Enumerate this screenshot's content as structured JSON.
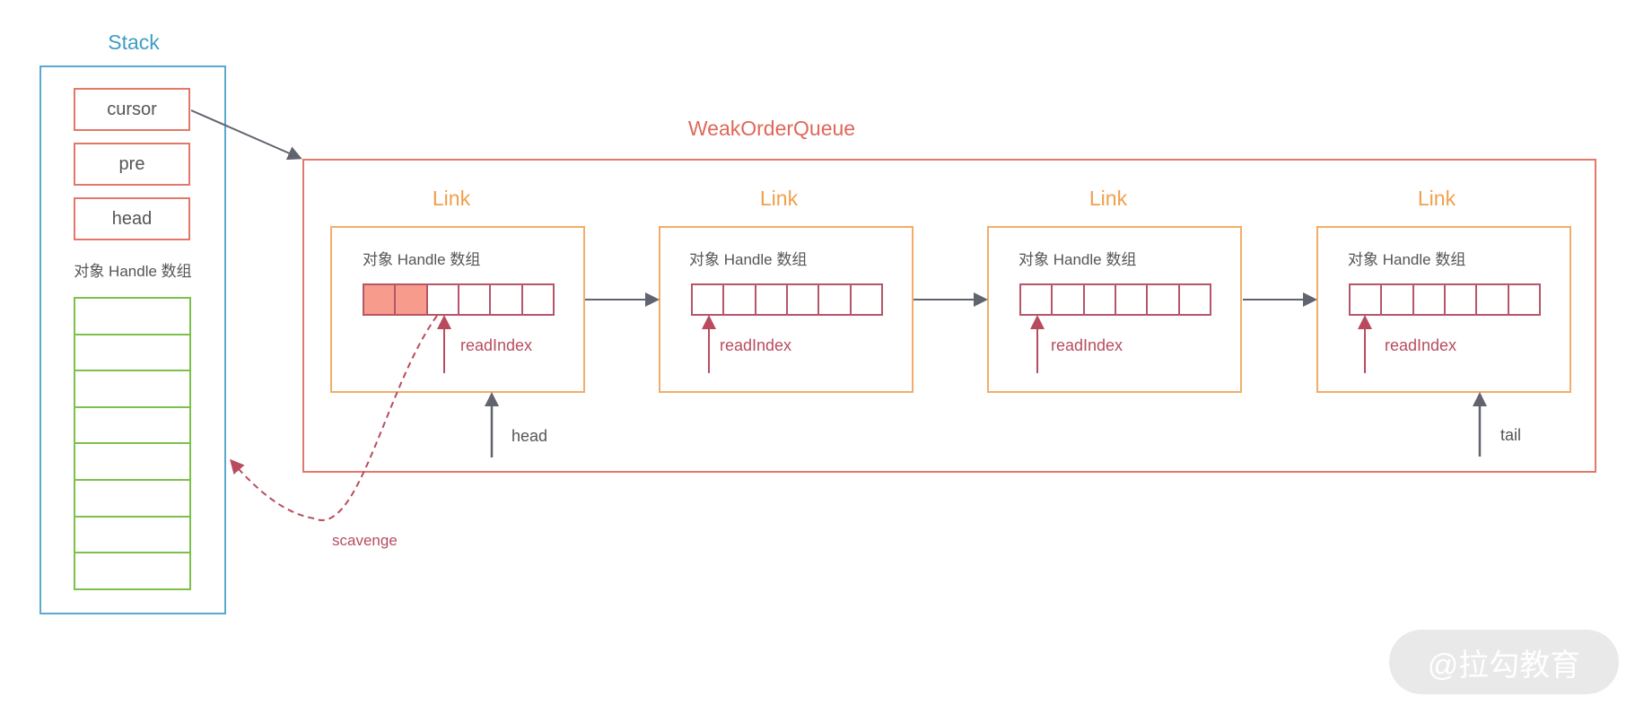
{
  "stack": {
    "title": "Stack",
    "fields": [
      "cursor",
      "pre",
      "head"
    ],
    "array_label": "对象 Handle 数组",
    "array_cells": 8
  },
  "queue": {
    "title": "WeakOrderQueue",
    "head_label": "head",
    "tail_label": "tail",
    "links": [
      {
        "title": "Link",
        "array_label": "对象 Handle 数组",
        "cells": 6,
        "filled": 2,
        "read_index_label": "readIndex"
      },
      {
        "title": "Link",
        "array_label": "对象 Handle 数组",
        "cells": 6,
        "filled": 0,
        "read_index_label": "readIndex"
      },
      {
        "title": "Link",
        "array_label": "对象 Handle 数组",
        "cells": 6,
        "filled": 0,
        "read_index_label": "readIndex"
      },
      {
        "title": "Link",
        "array_label": "对象 Handle 数组",
        "cells": 6,
        "filled": 0,
        "read_index_label": "readIndex"
      }
    ]
  },
  "scavenge_label": "scavenge",
  "watermark": "@拉勾教育",
  "colors": {
    "stack": "#5aa9cf",
    "queue": "#e2786a",
    "link": "#f2ad6a",
    "array_cell": "#b5566a",
    "filled_cell": "#f79c8c",
    "stack_cell": "#7dc04a",
    "arrow_gray": "#61646e",
    "arrow_red": "#b84c5e"
  }
}
